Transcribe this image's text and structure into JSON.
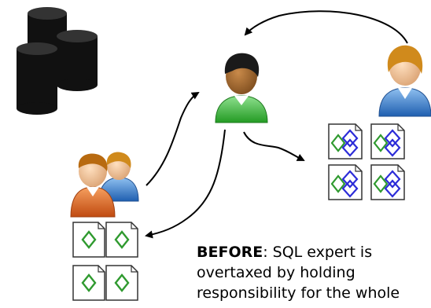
{
  "diagram": {
    "caption": {
      "bold": "BEFORE",
      "line1_rest": ": SQL expert is",
      "line2": "overtaxed by holding",
      "line3": "responsibility for the whole"
    },
    "colors": {
      "database": "#111111",
      "expert_shirt": "#3fbf3f",
      "owner_shirt": "#2f7fd0",
      "team_shirt_orange": "#e06a1e",
      "team_shirt_blue": "#2f7fd0",
      "doc_green": "#2f9a2f",
      "doc_blue": "#2c2cd8",
      "arrow": "#000000"
    },
    "icons": [
      "database-icon",
      "sql-expert-icon",
      "business-owner-icon",
      "team-icon",
      "document-icon",
      "arrow-icon"
    ]
  }
}
